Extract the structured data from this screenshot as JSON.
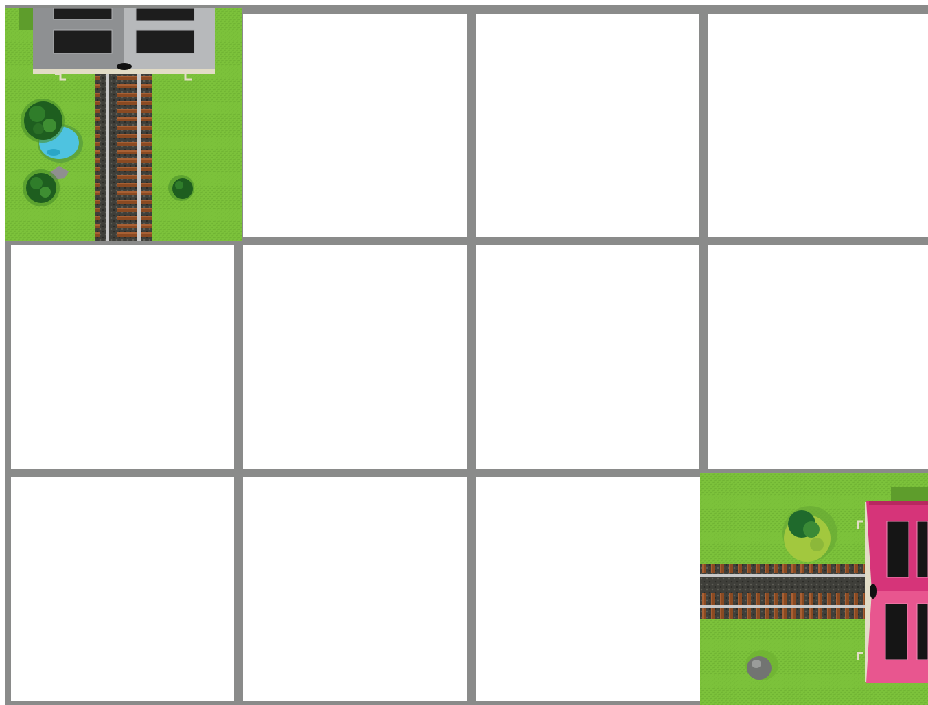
{
  "board": {
    "rows": 3,
    "cols": 4,
    "colors": {
      "grid_line": "#8a8b8a",
      "empty_cell": "#ffffff",
      "grass": "#7cc23b",
      "water": "#4ec3e0",
      "rail_tie": "#8a4a22",
      "rail": "#c8c8c8",
      "station_gray": "#8e9092",
      "station_pink": "#d63479"
    },
    "tiles": [
      {
        "row": 0,
        "col": 0,
        "piece": "gray-station-track-tile",
        "station": "gray-station",
        "track": "vertical",
        "station_side": "top"
      },
      {
        "row": 2,
        "col": 3,
        "piece": "pink-station-track-tile",
        "station": "pink-station",
        "track": "horizontal",
        "station_side": "right"
      }
    ]
  }
}
